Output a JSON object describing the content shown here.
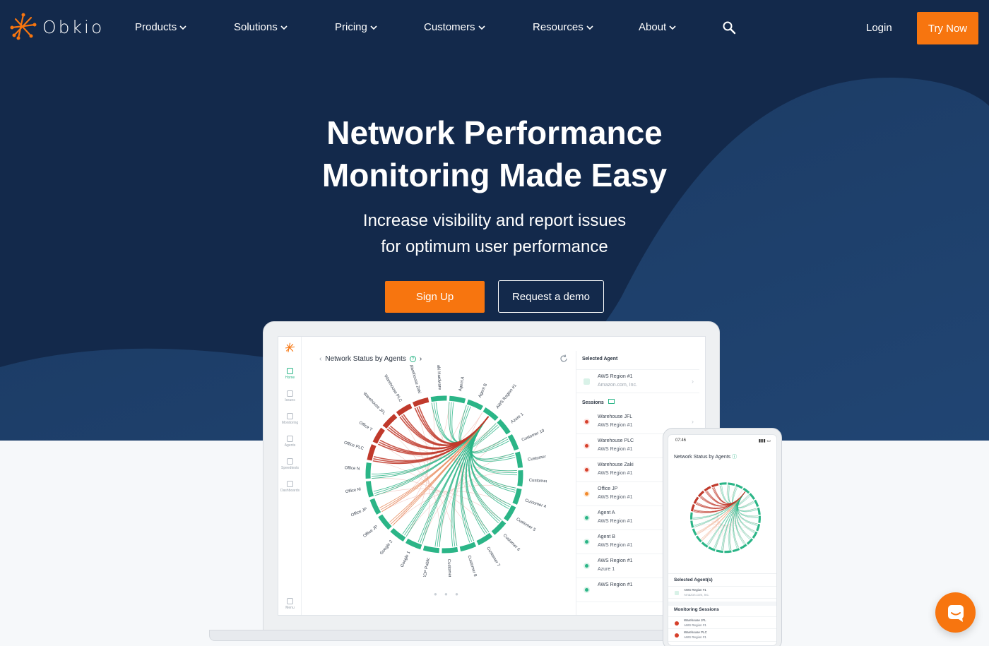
{
  "brand": {
    "name": "Obkio",
    "accent": "#f7750f",
    "hero_bg": "#13294b",
    "chart_green": "#2bb587",
    "chart_red": "#c0392b"
  },
  "nav": {
    "items": [
      {
        "label": "Products"
      },
      {
        "label": "Solutions"
      },
      {
        "label": "Pricing"
      },
      {
        "label": "Customers"
      },
      {
        "label": "Resources"
      },
      {
        "label": "About"
      }
    ],
    "search_icon": "search-icon",
    "login": "Login",
    "try_now": "Try Now"
  },
  "hero": {
    "headline_line1": "Network Performance",
    "headline_line2": "Monitoring Made Easy",
    "sub_line1": "Increase visibility and report issues",
    "sub_line2": "for optimum user performance",
    "signup": "Sign Up",
    "demo": "Request a demo"
  },
  "app": {
    "sidebar": [
      {
        "label": "Home"
      },
      {
        "label": "Issues"
      },
      {
        "label": "Monitoring"
      },
      {
        "label": "Agents"
      },
      {
        "label": "Speedtests"
      },
      {
        "label": "Dashboards"
      },
      {
        "label": "Menu"
      }
    ],
    "panel_title": "Network Status by Agents",
    "chord_labels": [
      "Zaki Hardware",
      "Agent A",
      "Agent B",
      "AWS Region #1",
      "Azure 1",
      "Customer 10",
      "Customer 2",
      "Customer 3",
      "Customer 4",
      "Customer 5",
      "Customer 6",
      "Customer 7",
      "Customer 8",
      "Customer 9",
      "GCP Public",
      "Google 1",
      "Google 2",
      "Office JP",
      "Office JP",
      "Office M",
      "Office N",
      "Office PLC",
      "Office Y",
      "Warehouse JFL",
      "Warehouse PLC",
      "Warehouse Zaki"
    ],
    "selected_agent_title": "Selected Agent",
    "selected_agent": {
      "name": "AWS Region #1",
      "org": "Amazon.com, Inc."
    },
    "sessions_title": "Sessions",
    "sessions": [
      {
        "from": "Warehouse JFL",
        "to": "AWS Region #1",
        "status": "red"
      },
      {
        "from": "Warehouse PLC",
        "to": "AWS Region #1",
        "status": "red"
      },
      {
        "from": "Warehouse Zaki",
        "to": "AWS Region #1",
        "status": "red"
      },
      {
        "from": "Office JP",
        "to": "AWS Region #1",
        "status": "orange"
      },
      {
        "from": "Agent A",
        "to": "AWS Region #1",
        "status": "green"
      },
      {
        "from": "Agent B",
        "to": "AWS Region #1",
        "status": "green"
      },
      {
        "from": "AWS Region #1",
        "to": "Azure 1",
        "status": "green"
      },
      {
        "from": "AWS Region #1",
        "to": "",
        "status": "green"
      }
    ]
  },
  "phone": {
    "time": "07:46",
    "title": "Network Status by Agents",
    "selected_title": "Selected Agent(s)",
    "selected_agent": {
      "name": "AWS Region #1",
      "org": "Amazon.com, Inc."
    },
    "sessions_title": "Monitoring Sessions",
    "sessions": [
      {
        "from": "Warehouse JFL",
        "to": "AWS Region #1"
      },
      {
        "from": "Warehouse PLC",
        "to": "AWS Region #1"
      }
    ]
  },
  "chat": {
    "icon": "chat-bubble-icon"
  }
}
